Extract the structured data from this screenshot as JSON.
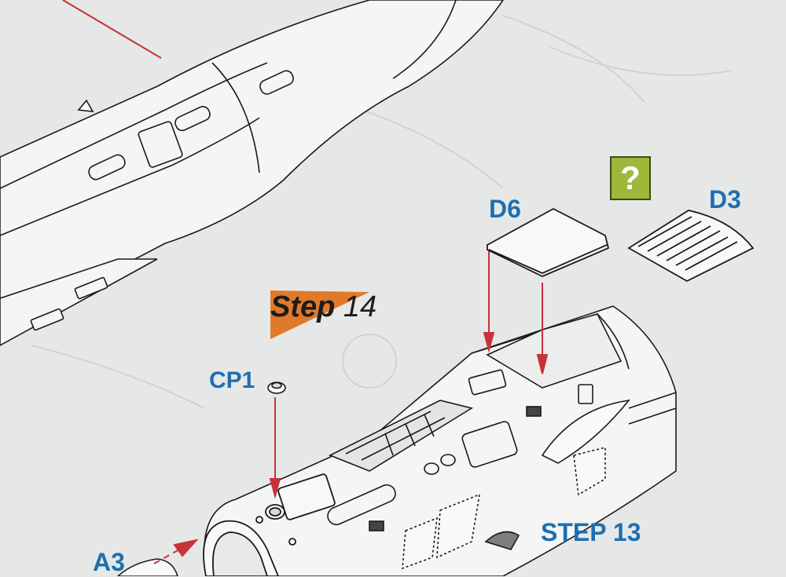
{
  "step": {
    "word": "Step",
    "number": "14",
    "accent_color": "#e07a2a"
  },
  "next_step": "STEP 13",
  "parts": {
    "cp1": "CP1",
    "d6": "D6",
    "d3": "D3",
    "a3": "A3"
  },
  "optional_marker": "?",
  "colors": {
    "label_blue": "#1f6fb0",
    "arrow_red": "#c8323a",
    "marker_green": "#9db83a",
    "line": "#1a1a1a"
  }
}
